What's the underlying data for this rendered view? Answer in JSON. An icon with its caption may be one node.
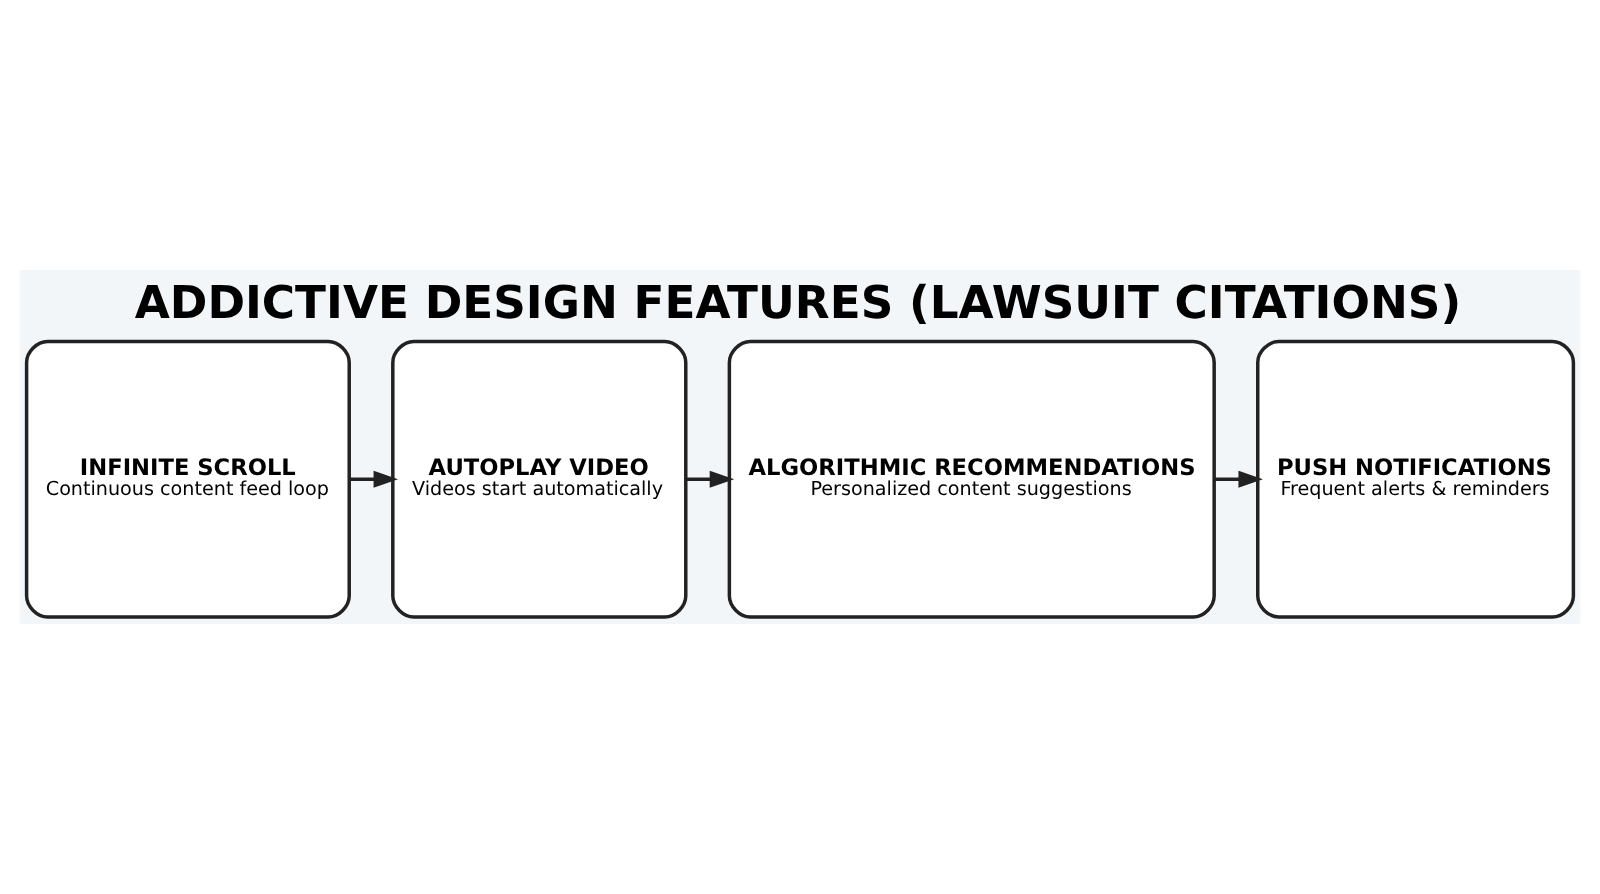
{
  "diagram": {
    "title": "ADDICTIVE DESIGN FEATURES (LAWSUIT CITATIONS)",
    "nodes": [
      {
        "text": [
          "INFINITE SCROLL",
          "Continuous content feed loop"
        ]
      },
      {
        "text": [
          "AUTOPLAY VIDEO",
          "Videos start automatically"
        ]
      },
      {
        "text": [
          "ALGORITHMIC RECOMMENDATIONS",
          "Personalized content suggestions"
        ]
      },
      {
        "text": [
          "PUSH NOTIFICATIONS",
          "Frequent alerts & reminders"
        ]
      }
    ],
    "edges": [
      {
        "from": 0,
        "to": 1,
        "arrow": "to"
      },
      {
        "from": 1,
        "to": 2,
        "arrow": "to"
      },
      {
        "from": 2,
        "to": 3,
        "arrow": "to"
      }
    ]
  }
}
